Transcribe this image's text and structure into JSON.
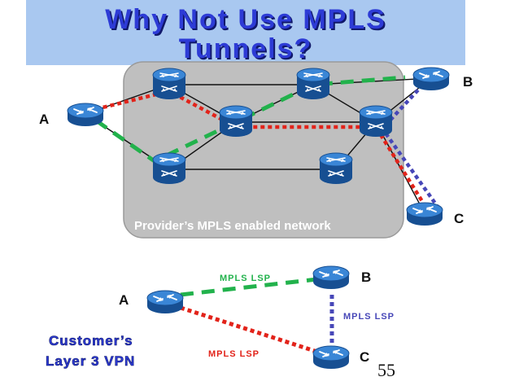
{
  "slide": {
    "title_line1": "Why Not Use MPLS",
    "title_line2": "Tunnels?",
    "page_number": "55"
  },
  "provider_network": {
    "label": "Provider’s MPLS enabled network",
    "cloud_color": "#bfbfbf",
    "node_labels": {
      "a": "A",
      "b": "B",
      "c": "C"
    }
  },
  "customer_vpn": {
    "label_line1": "Customer’s",
    "label_line2": "Layer 3 VPN",
    "label_color": "#2d3bd6",
    "node_labels": {
      "a": "A",
      "b": "B",
      "c": "C"
    },
    "lsp_ab_label": "MPLS LSP",
    "lsp_bc_label": "MPLS LSP",
    "lsp_ac_label": "MPLS LSP"
  },
  "colors": {
    "lsp_green": "#22b24c",
    "lsp_red": "#e2231a",
    "lsp_blue": "#4747b8",
    "router": "#1e66b5"
  },
  "icons": {
    "router": "router-icon",
    "lsr": "switch-router-icon"
  }
}
